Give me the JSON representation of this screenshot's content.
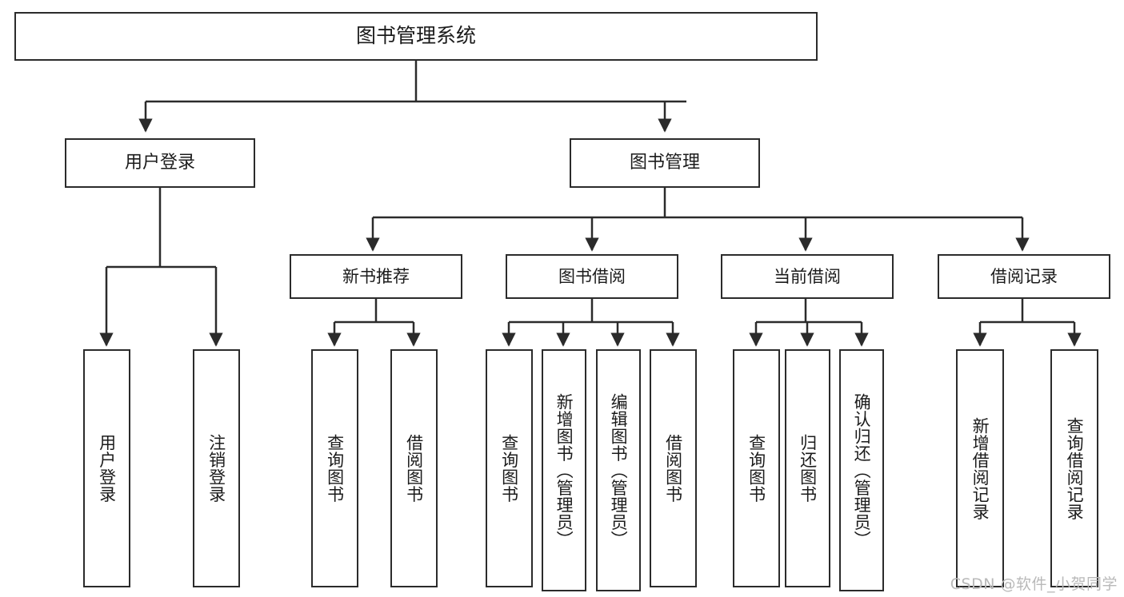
{
  "diagram": {
    "title": "图书管理系统",
    "type": "tree-hierarchy",
    "watermark": "CSDN @软件_小贺同学",
    "colors": {
      "background": "#ffffff",
      "box_border": "#2b2b2b",
      "box_fill": "#ffffff",
      "text": "#1b1b1b",
      "connector": "#2b2b2b",
      "watermark": "#b9b9b9"
    },
    "nodes": {
      "root": {
        "label": "图书管理系统"
      },
      "level1": [
        {
          "id": "user-login",
          "label": "用户登录"
        },
        {
          "id": "book-manage",
          "label": "图书管理"
        }
      ],
      "level2": [
        {
          "id": "new-book-recommend",
          "label": "新书推荐"
        },
        {
          "id": "book-borrow",
          "label": "图书借阅"
        },
        {
          "id": "current-borrow",
          "label": "当前借阅"
        },
        {
          "id": "borrow-record",
          "label": "借阅记录"
        }
      ],
      "leaves": {
        "user-login": [
          {
            "id": "leaf-user-login",
            "label": "用户登录"
          },
          {
            "id": "leaf-user-logout",
            "label": "注销登录"
          }
        ],
        "new-book-recommend": [
          {
            "id": "leaf-query-book-1",
            "label": "查询图书"
          },
          {
            "id": "leaf-borrow-book-1",
            "label": "借阅图书"
          }
        ],
        "book-borrow": [
          {
            "id": "leaf-query-book-2",
            "label": "查询图书"
          },
          {
            "id": "leaf-add-book",
            "label": "新增图书（管理员）"
          },
          {
            "id": "leaf-edit-book",
            "label": "编辑图书（管理员）"
          },
          {
            "id": "leaf-borrow-book-2",
            "label": "借阅图书"
          }
        ],
        "current-borrow": [
          {
            "id": "leaf-query-book-3",
            "label": "查询图书"
          },
          {
            "id": "leaf-return-book",
            "label": "归还图书"
          },
          {
            "id": "leaf-confirm-return",
            "label": "确认归还（管理员）"
          }
        ],
        "borrow-record": [
          {
            "id": "leaf-add-record",
            "label": "新增借阅记录"
          },
          {
            "id": "leaf-query-record",
            "label": "查询借阅记录"
          }
        ]
      }
    }
  }
}
